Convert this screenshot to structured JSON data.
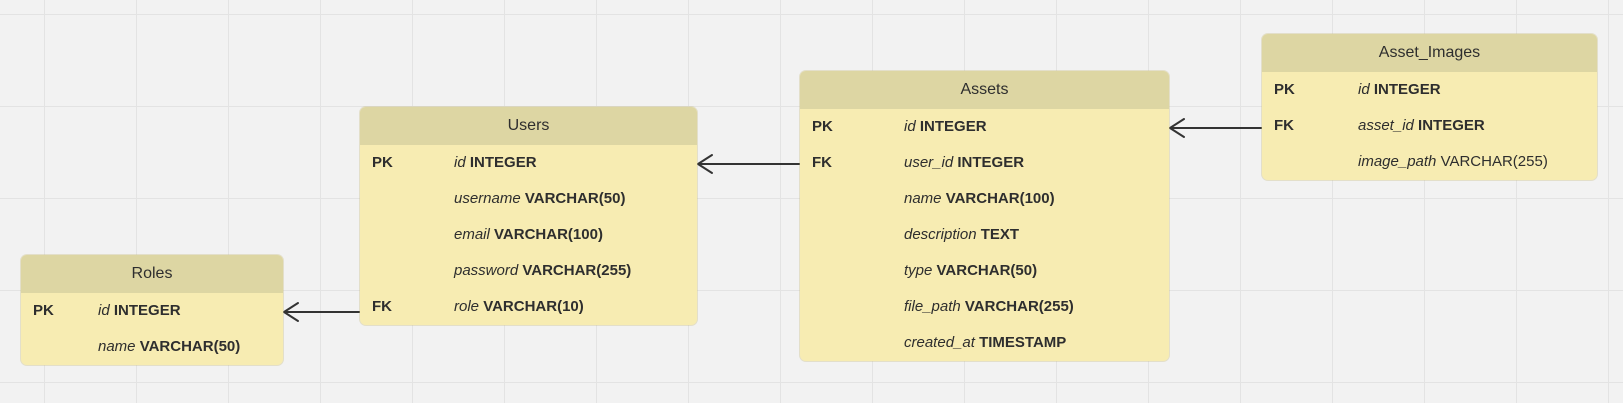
{
  "entities": {
    "roles": {
      "title": "Roles",
      "rows": [
        {
          "key": "PK",
          "name": "id",
          "type": "INTEGER"
        },
        {
          "key": "",
          "name": "name",
          "type": "VARCHAR(50)"
        }
      ]
    },
    "users": {
      "title": "Users",
      "rows": [
        {
          "key": "PK",
          "name": "id",
          "type": "INTEGER"
        },
        {
          "key": "",
          "name": "username",
          "type": "VARCHAR(50)"
        },
        {
          "key": "",
          "name": "email",
          "type": "VARCHAR(100)"
        },
        {
          "key": "",
          "name": "password",
          "type": "VARCHAR(255)"
        },
        {
          "key": "FK",
          "name": "role",
          "type": "VARCHAR(10)"
        }
      ]
    },
    "assets": {
      "title": "Assets",
      "rows": [
        {
          "key": "PK",
          "name": "id",
          "type": "INTEGER"
        },
        {
          "key": "FK",
          "name": "user_id",
          "type": "INTEGER"
        },
        {
          "key": "",
          "name": "name",
          "type": "VARCHAR(100)"
        },
        {
          "key": "",
          "name": "description",
          "type": "TEXT"
        },
        {
          "key": "",
          "name": "type",
          "type": "VARCHAR(50)"
        },
        {
          "key": "",
          "name": "file_path",
          "type": "VARCHAR(255)"
        },
        {
          "key": "",
          "name": "created_at",
          "type": "TIMESTAMP"
        }
      ]
    },
    "asset_images": {
      "title": "Asset_Images",
      "rows": [
        {
          "key": "PK",
          "name": "id",
          "type": "INTEGER"
        },
        {
          "key": "FK",
          "name": "asset_id",
          "type": "INTEGER"
        },
        {
          "key": "",
          "name": "image_path",
          "type": "VARCHAR(255)"
        }
      ]
    }
  },
  "colors": {
    "header": "#ddd6a3",
    "body": "#f7ecb2",
    "connector": "#333333"
  }
}
